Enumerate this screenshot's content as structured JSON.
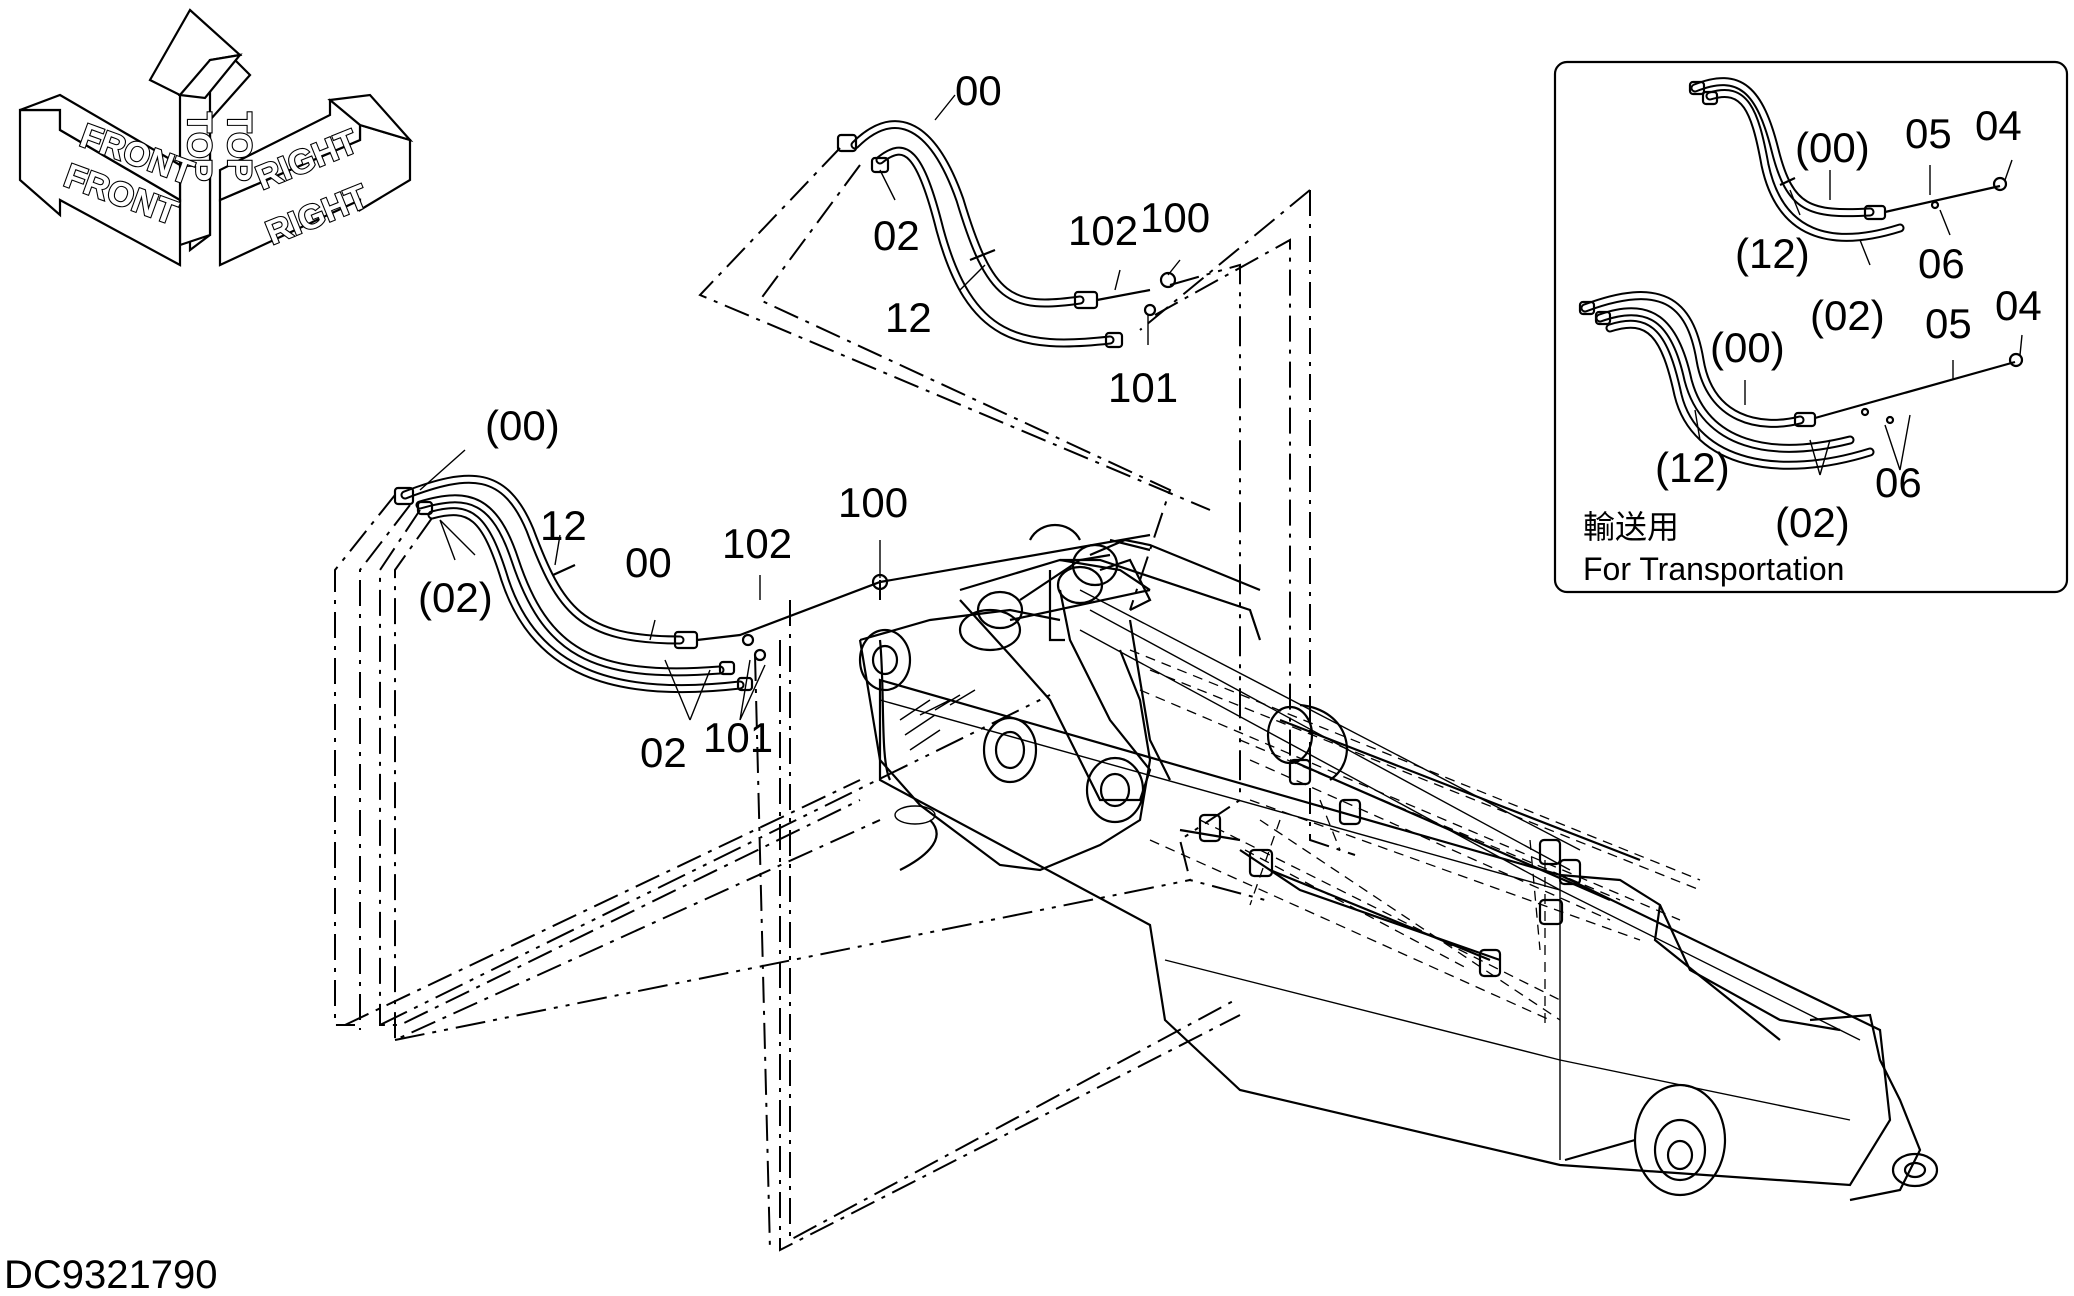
{
  "drawing_number": "DC9321790",
  "orientation": {
    "top": "TOP",
    "top_back": "TOP",
    "front": "FRONT",
    "front_back": "FRONT",
    "right": "RIGHT",
    "right_back": "RIGHT"
  },
  "upper_assembly": {
    "labels": {
      "hose": "00",
      "small_hose": "02",
      "clamp": "12",
      "fitting_102": "102",
      "plug_100": "100",
      "plug_101": "101"
    }
  },
  "lower_assembly": {
    "labels": {
      "hose_ref": "(00)",
      "small_hose_ref": "(02)",
      "clamp": "12",
      "hose": "00",
      "fitting_102": "102",
      "plug_100": "100",
      "small_hose": "02",
      "plug_101": "101"
    }
  },
  "inset": {
    "caption_jp": "輸送用",
    "caption_en": "For Transportation",
    "top_labels": {
      "hose_ref": "(00)",
      "part_05": "05",
      "part_04": "04",
      "clamp_ref": "(12)",
      "part_06": "06",
      "small_hose_ref": "(02)"
    },
    "bottom_labels": {
      "hose_ref": "(00)",
      "part_05": "05",
      "part_04": "04",
      "clamp_ref": "(12)",
      "small_hose_ref": "(02)",
      "part_06": "06"
    }
  }
}
